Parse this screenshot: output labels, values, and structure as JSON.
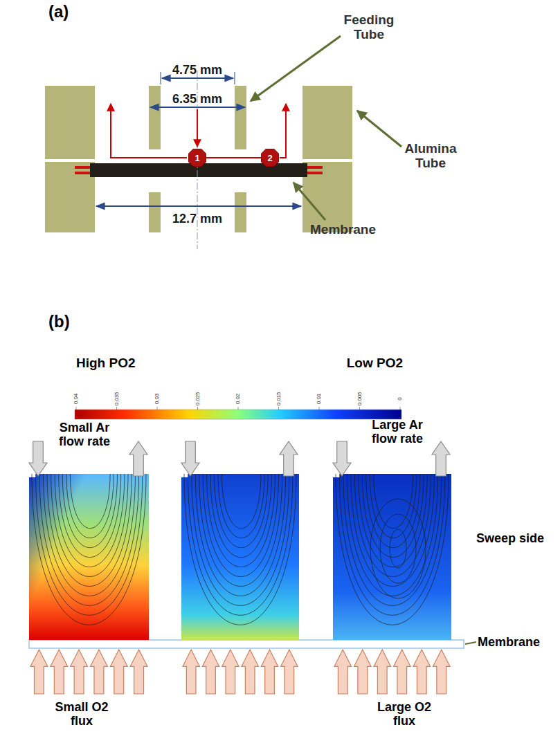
{
  "diagram": {
    "nodes": [
      {
        "text": [
          "1"
        ]
      },
      {
        "text": [
          "2"
        ]
      }
    ],
    "edges": [
      {
        "from": 0,
        "to": 1,
        "arrow": "none"
      }
    ],
    "labels": [
      "(a)",
      "4.75 mm",
      "6.35 mm",
      "Feeding Tube",
      "Alumina Tube",
      "12.7 mm",
      "Membrane",
      "(b)",
      "High PO2",
      "Low PO2",
      "0.04",
      "0.035",
      "0.03",
      "0.025",
      "0.02",
      "0.015",
      "0.01",
      "0.005",
      "0",
      "Small Ar flow rate",
      "Large Ar flow rate",
      "Sweep side",
      "Membrane",
      "Small O2 flux",
      "Large O2 flux"
    ]
  }
}
